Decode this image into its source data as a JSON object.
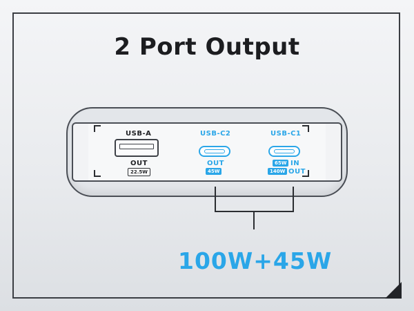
{
  "title": "2 Port Output",
  "ports": [
    {
      "name": "USB-A",
      "direction": "OUT",
      "wattage": "22.5W"
    },
    {
      "name": "USB-C2",
      "direction": "OUT",
      "wattage": "45W"
    },
    {
      "name": "USB-C1",
      "in_wattage": "65W",
      "in_label": "IN",
      "out_wattage": "140W",
      "out_label": "OUT"
    }
  ],
  "combined_output": "100W+45W",
  "colors": {
    "accent": "#2aa6e8",
    "dark": "#1f2024"
  }
}
